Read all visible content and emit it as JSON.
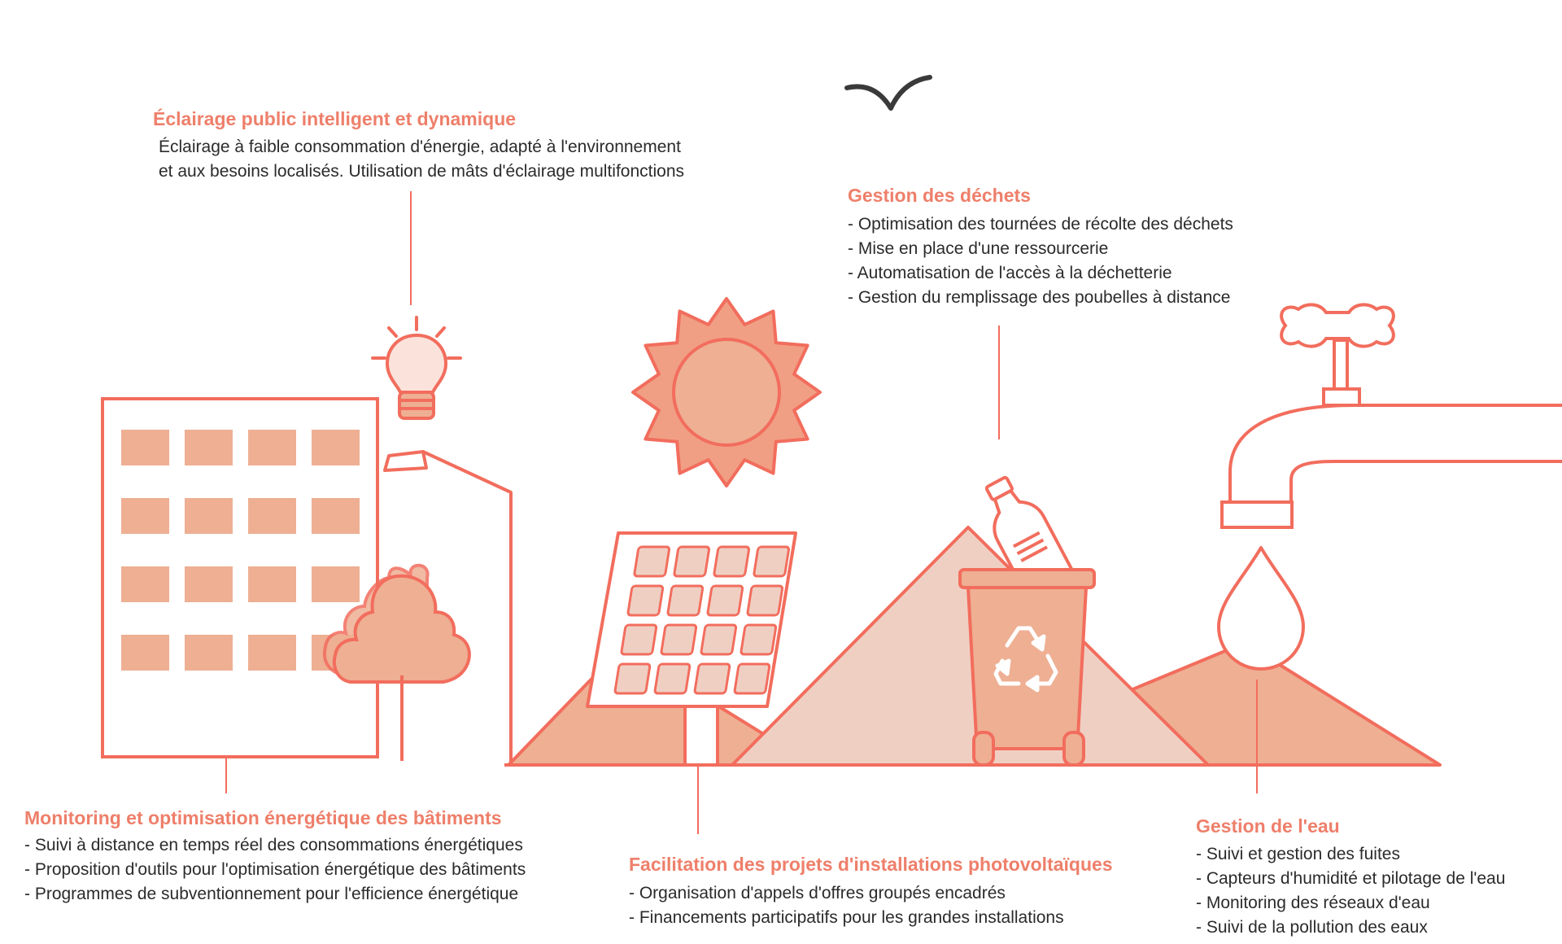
{
  "colors": {
    "stroke": "#f26d5d",
    "fill_main": "#eeaf93",
    "fill_light": "#f0cfc3",
    "fill_pale": "#fbe3dc",
    "sun_rays": "#f09f84",
    "title": "#ee7f6a",
    "text": "#2b2b2b",
    "bird": "#3a3a3a"
  },
  "icons": [
    "bird-icon",
    "sun-icon",
    "light-bulb-icon",
    "building-icon",
    "street-lamp-icon",
    "tree-icon",
    "solar-panel-icon",
    "recycling-bin-icon",
    "plastic-bottle-icon",
    "water-tap-icon",
    "water-drop-icon",
    "mountain-icon"
  ],
  "blocks": {
    "lighting": {
      "title": "Éclairage public intelligent et dynamique",
      "lines": [
        "Éclairage à faible consommation d'énergie, adapté à l'environnement",
        "et aux besoins localisés. Utilisation de mâts d'éclairage multifonctions"
      ]
    },
    "waste": {
      "title": "Gestion des déchets",
      "lines": [
        "- Optimisation des tournées de récolte des déchets",
        "- Mise en place d'une ressourcerie",
        "- Automatisation de l'accès à la déchetterie",
        "- Gestion du remplissage des poubelles à distance"
      ]
    },
    "buildings": {
      "title": "Monitoring et optimisation énergétique des bâtiments",
      "lines": [
        "- Suivi à distance en temps réel des consommations énergétiques",
        "- Proposition d'outils pour l'optimisation énergétique des bâtiments",
        "- Programmes de subventionnement pour l'efficience énergétique"
      ]
    },
    "solar": {
      "title": "Facilitation des projets d'installations photovoltaïques",
      "lines": [
        "- Organisation d'appels d'offres groupés encadrés",
        "- Financements participatifs pour les grandes installations"
      ]
    },
    "water": {
      "title": "Gestion de l'eau",
      "lines": [
        "- Suivi et gestion des fuites",
        "- Capteurs d'humidité et pilotage de l'eau",
        "- Monitoring des réseaux d'eau",
        "- Suivi de la pollution des eaux"
      ]
    }
  }
}
